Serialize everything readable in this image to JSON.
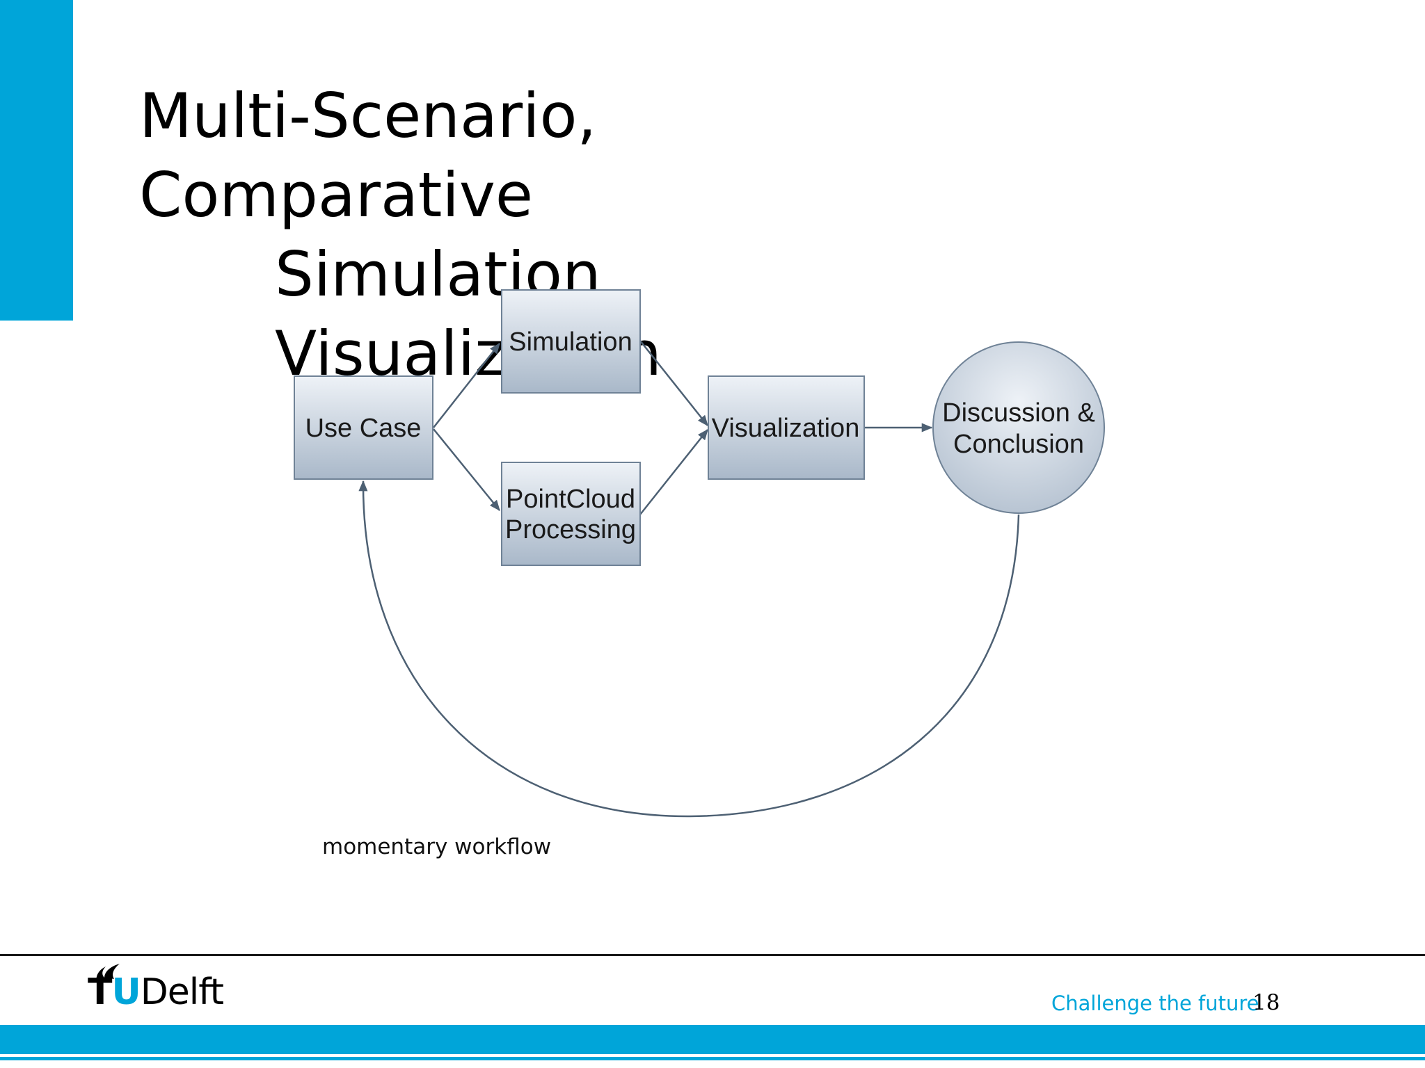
{
  "slide": {
    "title_line1": "Multi-Scenario, Comparative",
    "title_line2": "Simulation Visualization",
    "caption": "momentary workflow",
    "tagline": "Challenge the future",
    "page_number": "18",
    "logo": "TUDelft"
  },
  "diagram": {
    "nodes": [
      {
        "id": "use-case",
        "shape": "rect",
        "lines": [
          "Use Case"
        ]
      },
      {
        "id": "simulation",
        "shape": "rect",
        "lines": [
          "Simulation"
        ]
      },
      {
        "id": "pointcloud",
        "shape": "rect",
        "lines": [
          "PointCloud",
          "Processing"
        ]
      },
      {
        "id": "visualization",
        "shape": "rect",
        "lines": [
          "Visualization"
        ]
      },
      {
        "id": "discussion",
        "shape": "circle",
        "lines": [
          "Discussion &",
          "Conclusion"
        ]
      }
    ],
    "edges": [
      {
        "from": "use-case",
        "to": "simulation"
      },
      {
        "from": "use-case",
        "to": "pointcloud"
      },
      {
        "from": "simulation",
        "to": "visualization"
      },
      {
        "from": "pointcloud",
        "to": "visualization"
      },
      {
        "from": "visualization",
        "to": "discussion"
      },
      {
        "from": "discussion",
        "to": "use-case",
        "style": "curved"
      }
    ]
  },
  "colors": {
    "accent": "#00a5d9",
    "node_fill_top": "#eef2f7",
    "node_fill_bottom": "#a9b8c9",
    "node_stroke": "#6f8296",
    "edge": "#4d6073"
  }
}
